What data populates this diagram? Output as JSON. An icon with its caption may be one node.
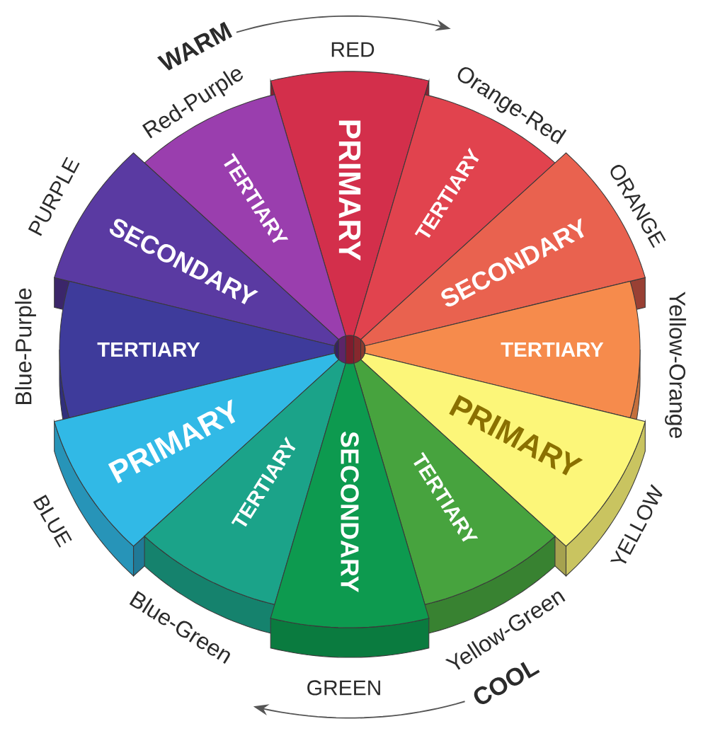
{
  "diagram": {
    "nodes": [
      {
        "text": [
          "RED",
          "PRIMARY"
        ]
      },
      {
        "text": [
          "Orange-Red",
          "TERTIARY"
        ]
      },
      {
        "text": [
          "ORANGE",
          "SECONDARY"
        ]
      },
      {
        "text": [
          "Yellow-Orange",
          "TERTIARY"
        ]
      },
      {
        "text": [
          "YELLOW",
          "PRIMARY"
        ]
      },
      {
        "text": [
          "Yellow-Green",
          "TERTIARY"
        ]
      },
      {
        "text": [
          "GREEN",
          "SECONDARY"
        ]
      },
      {
        "text": [
          "Blue-Green",
          "TERTIARY"
        ]
      },
      {
        "text": [
          "BLUE",
          "PRIMARY"
        ]
      },
      {
        "text": [
          "Blue-Purple",
          "TERTIARY"
        ]
      },
      {
        "text": [
          "PURPLE",
          "SECONDARY"
        ]
      },
      {
        "text": [
          "Red-Purple",
          "TERTIARY"
        ]
      }
    ],
    "labels": [
      "WARM",
      "COOL"
    ]
  }
}
